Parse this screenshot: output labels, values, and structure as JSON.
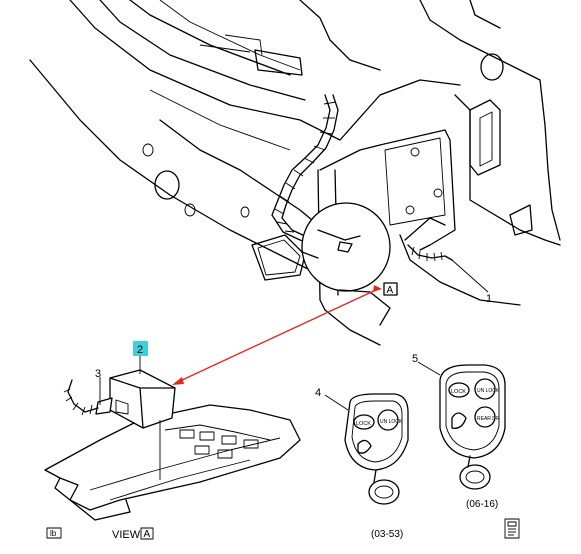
{
  "callouts": {
    "c1": "1",
    "c2": "2",
    "c3": "3",
    "c4": "4",
    "c5": "5"
  },
  "view_marker": "A",
  "view_caption": {
    "prefix": "VIEW",
    "letter": "A"
  },
  "corner_tag": "lb",
  "fob_small": {
    "lock": "LOCK",
    "unlock": "UN LOCK",
    "date": "(03-53)"
  },
  "fob_large": {
    "lock": "LOCK",
    "unlock": "UN LOCK",
    "rear": "REAR DR",
    "date": "(06-16)"
  },
  "colors": {
    "arrow": "#e8261a",
    "callout_highlight": "#3fd0d8",
    "line": "#000000"
  }
}
